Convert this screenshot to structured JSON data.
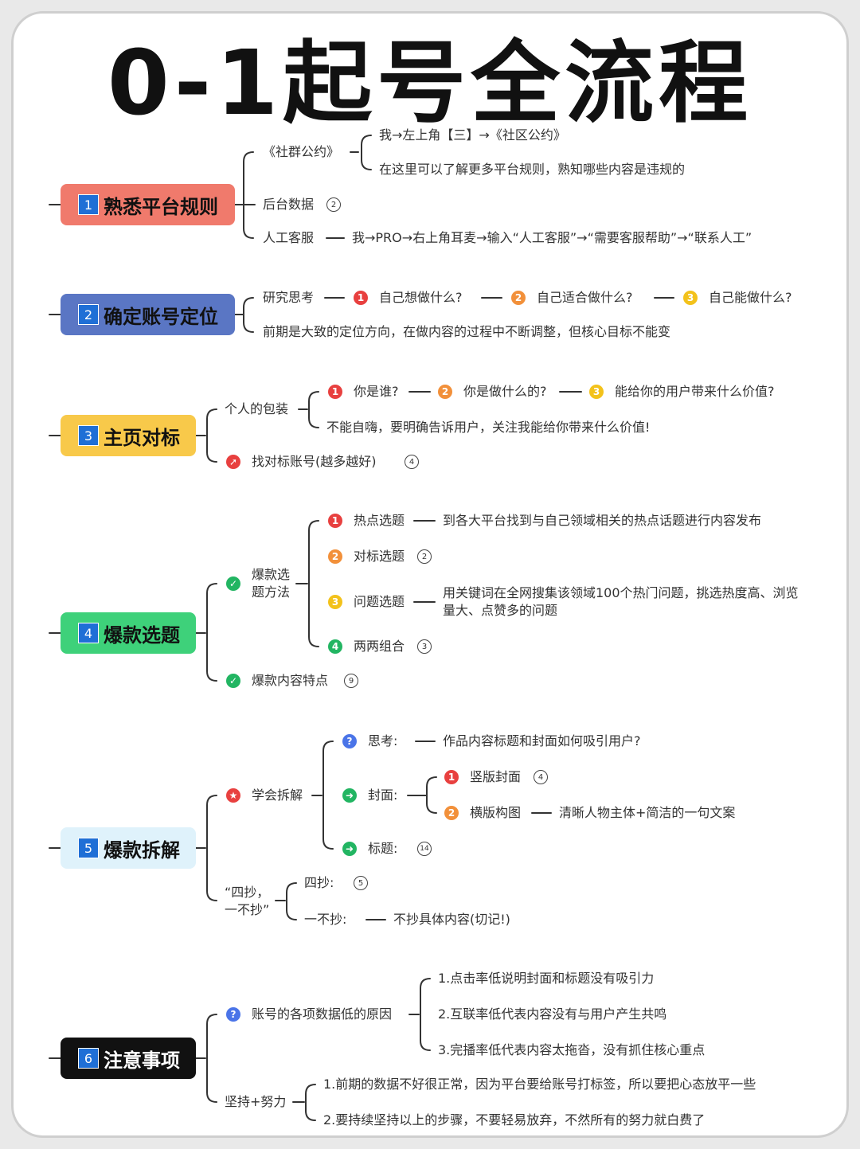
{
  "title": "0-1起号全流程",
  "categories": [
    {
      "num": "1",
      "label": "熟悉平台规则",
      "color": "#f07a6c"
    },
    {
      "num": "2",
      "label": "确定账号定位",
      "color": "#5a76c4"
    },
    {
      "num": "3",
      "label": "主页对标",
      "color": "#f8c94a"
    },
    {
      "num": "4",
      "label": "爆款选题",
      "color": "#3ed17a"
    },
    {
      "num": "5",
      "label": "爆款拆解",
      "color": "#dff2fb"
    },
    {
      "num": "6",
      "label": "注意事项",
      "color": "#111111"
    }
  ],
  "s1": {
    "a": "《社群公约》",
    "a1": "我→左上角【三】→《社区公约》",
    "a2": "在这里可以了解更多平台规则，熟知哪些内容是违规的",
    "b": "后台数据",
    "b_badge": "2",
    "c": "人工客服",
    "c1": "我→PRO→右上角耳麦→输入“人工客服”→“需要客服帮助”→“联系人工”"
  },
  "s2": {
    "a": "研究思考",
    "q1": "自己想做什么?",
    "q2": "自己适合做什么?",
    "q3": "自己能做什么?",
    "b": "前期是大致的定位方向，在做内容的过程中不断调整，但核心目标不能变"
  },
  "s3": {
    "a": "个人的包装",
    "q1": "你是谁?",
    "q2": "你是做什么的?",
    "q3": "能给你的用户带来什么价值?",
    "a2": "不能自嗨，要明确告诉用户，关注我能给你带来什么价值!",
    "b": "找对标账号(越多越好)",
    "b_badge": "4"
  },
  "s4": {
    "a": "爆款选题方法",
    "m1": "热点选题",
    "m1d": "到各大平台找到与自己领域相关的热点话题进行内容发布",
    "m2": "对标选题",
    "m2_badge": "2",
    "m3": "问题选题",
    "m3d": "用关键词在全网搜集该领域100个热门问题，挑选热度高、浏览量大、点赞多的问题",
    "m4": "两两组合",
    "m4_badge": "3",
    "b": "爆款内容特点",
    "b_badge": "9"
  },
  "s5": {
    "a": "学会拆解",
    "k1": "思考:",
    "k1d": "作品内容标题和封面如何吸引用户?",
    "k2": "封面:",
    "c1": "竖版封面",
    "c1_badge": "4",
    "c2": "横版构图",
    "c2d": "清晰人物主体+简洁的一句文案",
    "k3": "标题:",
    "k3_badge": "14",
    "b": "“四抄，一不抄”",
    "b1": "四抄:",
    "b1_badge": "5",
    "b2": "一不抄:",
    "b2d": "不抄具体内容(切记!)"
  },
  "s6": {
    "a": "账号的各项数据低的原因",
    "r1": "1.点击率低说明封面和标题没有吸引力",
    "r2": "2.互联率低代表内容没有与用户产生共鸣",
    "r3": "3.完播率低代表内容太拖沓，没有抓住核心重点",
    "b": "坚持+努力",
    "p1": "1.前期的数据不好很正常，因为平台要给账号打标签，所以要把心态放平一些",
    "p2": "2.要持续坚持以上的步骤，不要轻易放弃，不然所有的努力就白费了"
  }
}
